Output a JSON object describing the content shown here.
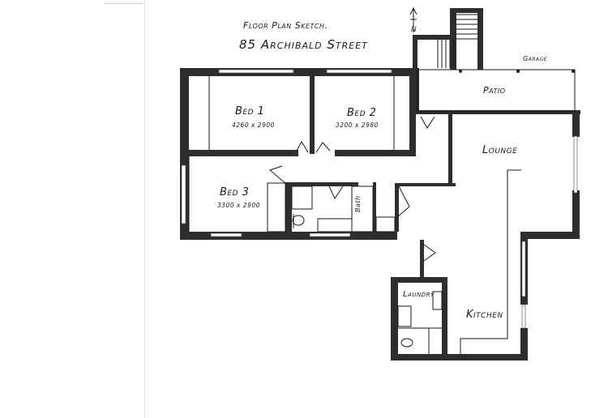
{
  "title": {
    "line1": "Floor Plan Sketch.",
    "line2": "85 Archibald Street"
  },
  "compass": {
    "label": "N",
    "icon": "north-arrow-icon"
  },
  "rooms": [
    {
      "id": "bed1",
      "label": "Bed 1",
      "dimensions": "4260 x 2900"
    },
    {
      "id": "bed2",
      "label": "Bed 2",
      "dimensions": "3200 x 2980"
    },
    {
      "id": "bed3",
      "label": "Bed 3",
      "dimensions": "3300 x 2900"
    },
    {
      "id": "bath",
      "label": "Bath"
    },
    {
      "id": "patio",
      "label": "Patio"
    },
    {
      "id": "lounge",
      "label": "Lounge"
    },
    {
      "id": "laundry",
      "label": "Laundry"
    },
    {
      "id": "kitchen",
      "label": "Kitchen"
    }
  ],
  "annotations": {
    "garage": "Garage"
  },
  "colors": {
    "wall": "#2b2b2b",
    "line": "#1a1a1a",
    "paper": "#ffffff"
  }
}
